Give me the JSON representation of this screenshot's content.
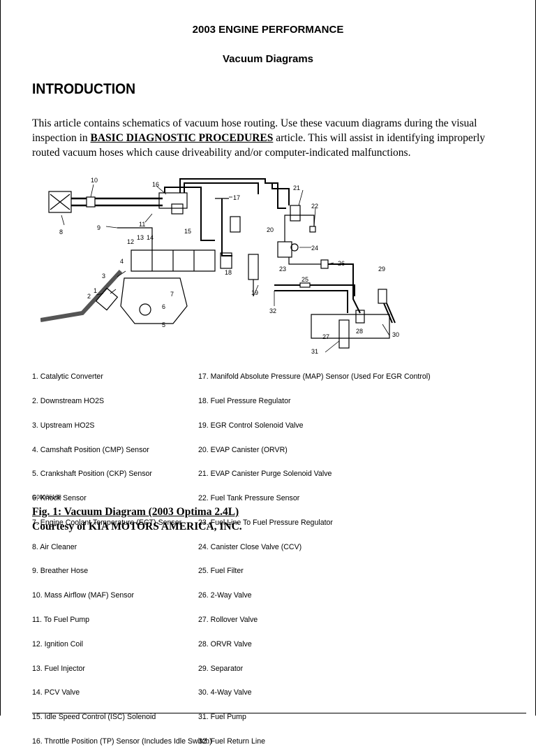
{
  "header": {
    "title": "2003 ENGINE PERFORMANCE",
    "subtitle": "Vacuum Diagrams"
  },
  "section": {
    "heading": "INTRODUCTION",
    "paragraph_before_link": "This article contains schematics of vacuum hose routing. Use these vacuum diagrams during the visual inspection in ",
    "link_text": "BASIC DIAGNOSTIC PROCEDURES",
    "paragraph_after_link": " article. This will assist in identifying improperly routed vacuum hoses which cause driveability and/or computer-indicated malfunctions."
  },
  "diagram": {
    "callouts": [
      "1",
      "2",
      "3",
      "4",
      "5",
      "6",
      "7",
      "8",
      "9",
      "10",
      "11",
      "12",
      "13",
      "14",
      "15",
      "16",
      "17",
      "18",
      "19",
      "20",
      "21",
      "22",
      "23",
      "24",
      "25",
      "26",
      "27",
      "28",
      "29",
      "30",
      "31",
      "32"
    ]
  },
  "legend": {
    "left": [
      "1. Catalytic Converter",
      "2. Downstream HO2S",
      "3. Upstream HO2S",
      "4. Camshaft Position (CMP) Sensor",
      "5. Crankshaft Position (CKP) Sensor",
      "6. Knock Sensor",
      "7. Engine Coolant Temperature (ECT) Sensor",
      "8. Air Cleaner",
      "9. Breather Hose",
      "10. Mass Airflow (MAF) Sensor",
      "11. To Fuel Pump",
      "12. Ignition Coil",
      "13. Fuel Injector",
      "14. PCV Valve",
      "15. Idle Speed Control (ISC) Solenoid",
      "16. Throttle Position (TP) Sensor (Includes Idle Switch)"
    ],
    "right": [
      "17. Manifold Absolute Pressure (MAP) Sensor (Used For EGR Control)",
      "18. Fuel Pressure Regulator",
      "19. EGR Control Solenoid Valve",
      "20. EVAP Canister (ORVR)",
      "21. EVAP Canister Purge Solenoid Valve",
      "22. Fuel Tank Pressure Sensor",
      "23. Fuel Line To Fuel Pressure Regulator",
      "24. Canister Close Valve (CCV)",
      "25. Fuel Filter",
      "26. 2-Way Valve",
      "27. Rollover Valve",
      "28. ORVR Valve",
      "29. Separator",
      "30. 4-Way Valve",
      "31. Fuel Pump",
      "32. Fuel Return Line"
    ]
  },
  "figure": {
    "code": "G00036168",
    "caption": "Fig. 1: Vacuum Diagram (2003 Optima 2.4L)",
    "credit": "Courtesy of KIA MOTORS AMERICA, INC."
  }
}
